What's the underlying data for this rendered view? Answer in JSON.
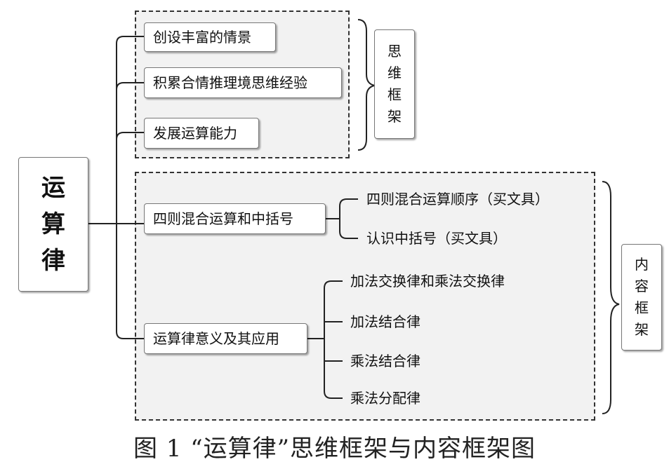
{
  "root": {
    "chars": [
      "运",
      "算",
      "律"
    ]
  },
  "thinking_frame": {
    "label_chars": [
      "思",
      "维",
      "框",
      "架"
    ],
    "items": [
      "创设丰富的情景",
      "积累合情推理境思维经验",
      "发展运算能力"
    ]
  },
  "content_frame": {
    "label_chars": [
      "内",
      "容",
      "框",
      "架"
    ],
    "groups": [
      {
        "label": "四则混合运算和中括号",
        "children": [
          "四则混合运算顺序（买文具）",
          "认识中括号（买文具）"
        ]
      },
      {
        "label": "运算律意义及其应用",
        "children": [
          "加法交换律和乘法交换律",
          "加法结合律",
          "乘法结合律",
          "乘法分配律"
        ]
      }
    ]
  },
  "caption": "图 1 “运算律”思维框架与内容框架图"
}
